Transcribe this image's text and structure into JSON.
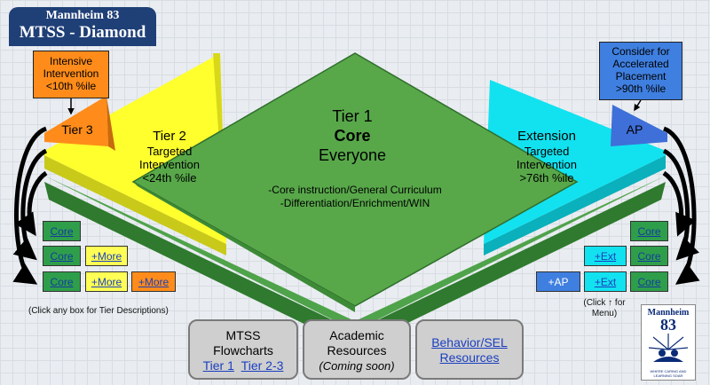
{
  "header": {
    "school": "Mannheim 83",
    "title": "MTSS - Diamond"
  },
  "callouts": {
    "intensive": [
      "Intensive",
      "Intervention",
      "<10th %ile"
    ],
    "accelerated": [
      "Consider for",
      "Accelerated",
      "Placement",
      ">90th %ile"
    ]
  },
  "tiers": {
    "tier1": {
      "name": "Tier 1",
      "label": "Core",
      "audience": "Everyone"
    },
    "core_notes": [
      "-Core instruction/General Curriculum",
      "-Differentiation/Enrichment/WIN"
    ],
    "tier2": {
      "name": "Tier 2",
      "line1": "Targeted",
      "line2": "Intervention",
      "line3": "<24th %ile"
    },
    "tier3": {
      "name": "Tier 3"
    },
    "extension": {
      "name": "Extension",
      "line1": "Targeted",
      "line2": "Intervention",
      "line3": ">76th %ile"
    },
    "ap": {
      "name": "AP"
    }
  },
  "left_buttons": {
    "core": "Core",
    "more": "+More"
  },
  "right_buttons": {
    "core": "Core",
    "ext": "+Ext",
    "ap": "+AP"
  },
  "notes": {
    "left": "(Click any box for Tier Descriptions)",
    "right_line1": "(Click ↑ for",
    "right_line2": "Menu)"
  },
  "panels": {
    "flowcharts": {
      "title1": "MTSS",
      "title2": "Flowcharts",
      "link1": "Tier 1",
      "link2": "Tier 2-3"
    },
    "academic": {
      "title1": "Academic",
      "title2": "Resources",
      "sub": "(Coming soon)"
    },
    "behavior": {
      "title1": "Behavior/SEL",
      "title2": "Resources"
    }
  },
  "logo": {
    "line1": "Mannheim",
    "line2": "83",
    "tagline": "WHERE CARING AND LEARNING SOAR"
  },
  "colors": {
    "core_green": "#58a84a",
    "tier2_yellow": "#ffff2e",
    "tier3_orange": "#ff8c1a",
    "extension_cyan": "#12e2ef",
    "ap_blue": "#3f7fe0",
    "header_navy": "#1f3f77"
  }
}
